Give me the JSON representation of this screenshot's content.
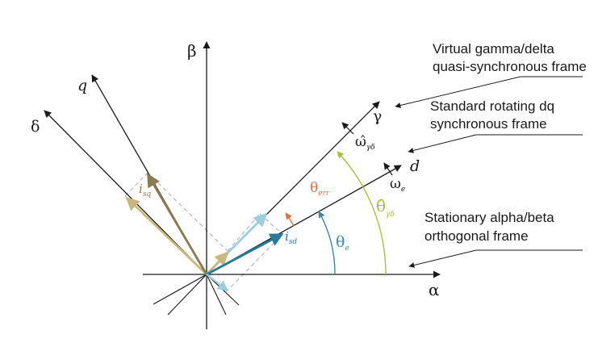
{
  "labels": {
    "virtual_frame": [
      "Virtual gamma/delta",
      "quasi-synchronous frame"
    ],
    "standard_frame": [
      "Standard rotating dq",
      "synchronous frame"
    ],
    "stationary_frame": [
      "Stationary alpha/beta",
      "orthogonal frame"
    ]
  },
  "axes": {
    "beta": "β",
    "alpha": "α",
    "q": "q",
    "delta": "δ",
    "gamma": "γ",
    "d": "d"
  },
  "symbols": {
    "omega_gd_main": "ω̂",
    "omega_gd_sub": "γδ",
    "omega_e_main": "ω",
    "omega_e_sub": "e",
    "theta_err_main": "θ",
    "theta_err_sub": "err",
    "theta_e_main": "θ",
    "theta_e_sub": "e",
    "theta_gd_main": "θ̂",
    "theta_gd_sub": "γδ",
    "isq_main": "i",
    "isq_sub": "sq",
    "isd_main": "i",
    "isd_sub": "sd"
  },
  "colors": {
    "axis": "#1a1a1a",
    "theta_e": "#3a8aa8",
    "theta_err": "#e07040",
    "theta_gd": "#a8c040",
    "isq": "#c8b880",
    "iq_dark": "#8a7a50",
    "isd": "#2a7a9a",
    "light_blue": "#9ccfdc",
    "dashed": "#aaaaaa"
  }
}
